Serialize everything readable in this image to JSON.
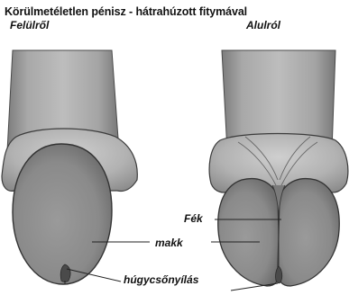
{
  "title": "Körülmetéletlen pénisz - hátrahúzott fitymával",
  "views": {
    "top": "Felülről",
    "bottom": "Alulról"
  },
  "labels": {
    "frenulum": "Fék",
    "glans": "makk",
    "meatus": "húgycsőnyílás"
  },
  "colors": {
    "skin": "#9d9d9d",
    "skin_light": "#c4c4c4",
    "glans": "#8d8d8d",
    "outline": "#3c3c3c",
    "leader": "#222222"
  }
}
